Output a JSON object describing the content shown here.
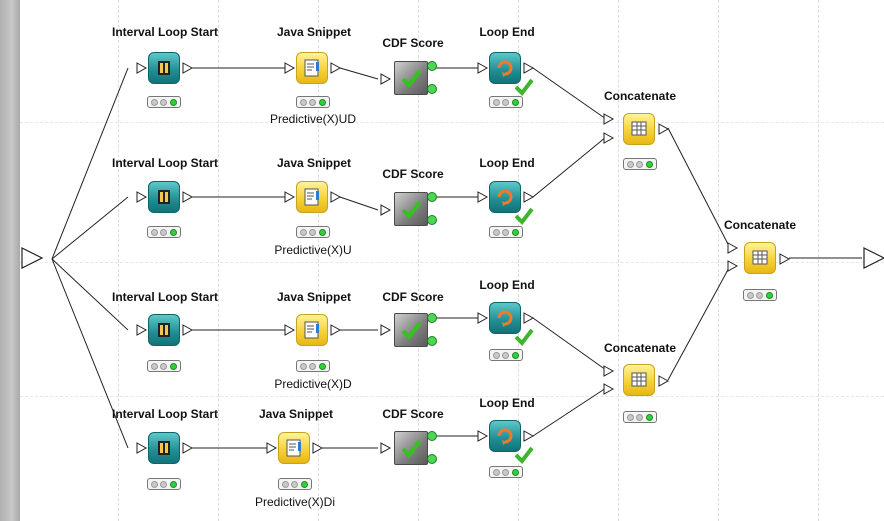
{
  "labels": {
    "interval_loop_start": "Interval Loop Start",
    "java_snippet": "Java Snippet",
    "cdf_score": "CDF Score",
    "loop_end": "Loop End",
    "concatenate": "Concatenate"
  },
  "rows": [
    {
      "snippet_label": "Predictive(X)UD"
    },
    {
      "snippet_label": "Predictive(X)U"
    },
    {
      "snippet_label": "Predictive(X)D"
    },
    {
      "snippet_label": "Predictive(X)Di"
    }
  ],
  "colors": {
    "loop_node": "#1f8d93",
    "snippet_node": "#f6d23a",
    "status_ok": "#2fd03c",
    "check": "#3fb52e"
  },
  "icons": {
    "loop_start": "loop-start-icon",
    "snippet": "java-snippet-icon",
    "score": "checkmark-icon",
    "loop_end": "loop-end-icon",
    "concatenate": "table-concatenate-icon"
  }
}
